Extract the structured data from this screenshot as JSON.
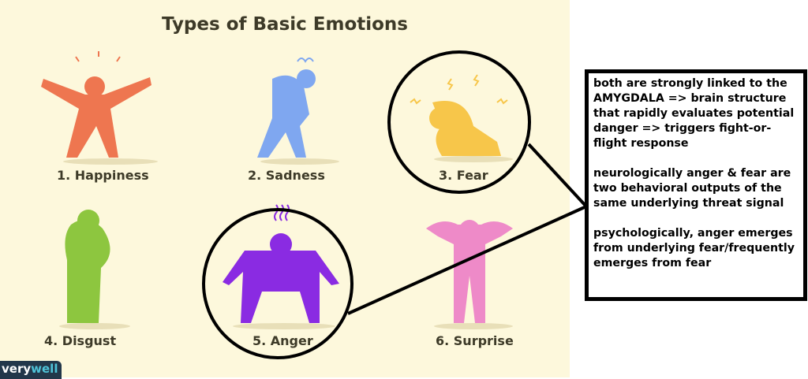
{
  "title": "Types of Basic Emotions",
  "emotions": [
    {
      "label": "1. Happiness",
      "color": "#ee7650"
    },
    {
      "label": "2. Sadness",
      "color": "#7fa7f0"
    },
    {
      "label": "3.  Fear",
      "color": "#f7c64a"
    },
    {
      "label": "4.  Disgust",
      "color": "#8dc63f"
    },
    {
      "label": "5.  Anger",
      "color": "#8a2be2"
    },
    {
      "label": "6. Surprise",
      "color": "#ee8ac8"
    }
  ],
  "annotation": {
    "paragraphs": [
      "both are strongly linked to the AMYGDALA => brain structure that rapidly evaluates potential danger => triggers fight-or-flight response",
      "neurologically anger & fear are two behavioral outputs of the same underlying threat signal",
      "psychologically, anger emerges from underlying fear/frequently emerges from fear"
    ]
  },
  "logo": {
    "part1": "very",
    "part2": "well"
  }
}
